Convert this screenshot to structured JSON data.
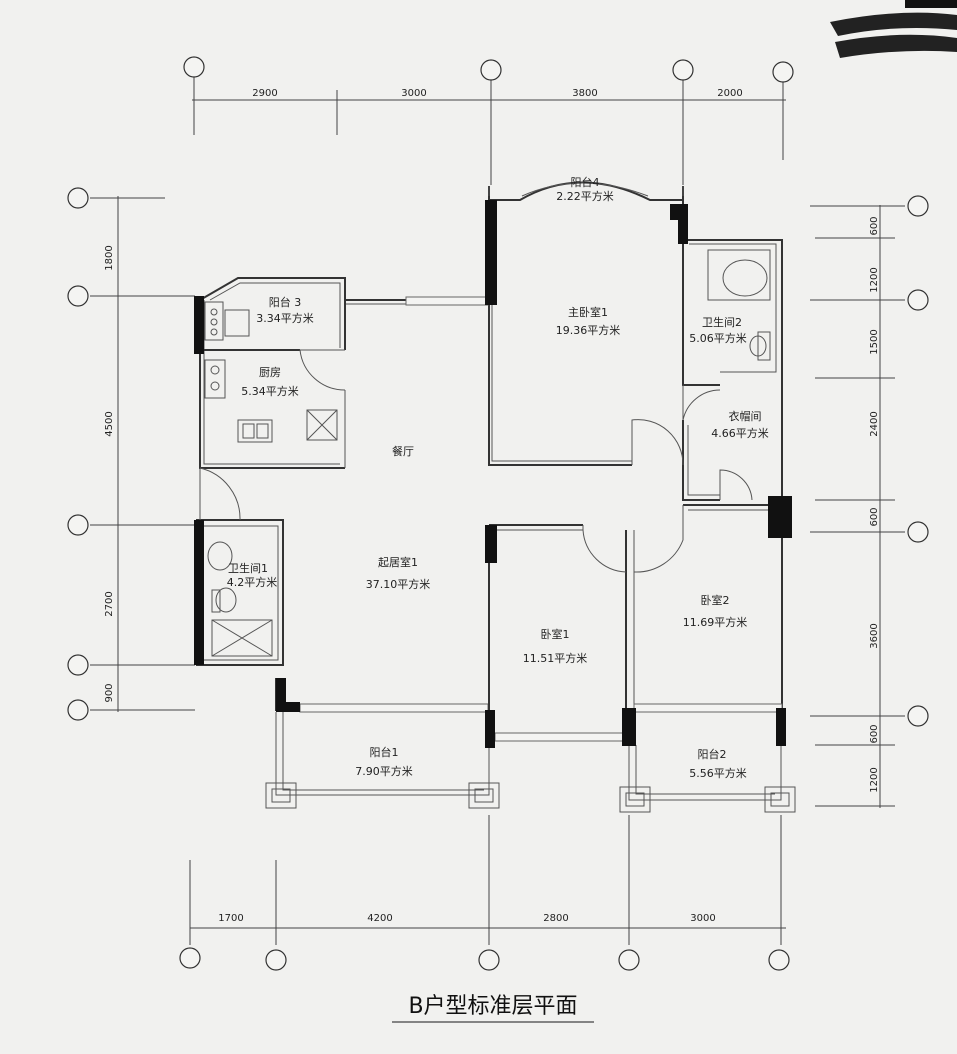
{
  "title": "B户型标准层平面",
  "dims_top": [
    "2900",
    "3000",
    "3800",
    "2000"
  ],
  "dims_bottom": [
    "1700",
    "4200",
    "2800",
    "3000"
  ],
  "dims_left": [
    "1800",
    "4500",
    "2700",
    "900"
  ],
  "dims_right": [
    "600",
    "1200",
    "1500",
    "2400",
    "600",
    "3600",
    "600",
    "1200"
  ],
  "rooms": {
    "balcony4": {
      "name": "阳台4",
      "area": "2.22平方米"
    },
    "balcony3": {
      "name": "阳台 3",
      "area": "3.34平方米"
    },
    "kitchen": {
      "name": "厨房",
      "area": "5.34平方米"
    },
    "master": {
      "name": "主卧室1",
      "area": "19.36平方米"
    },
    "bath2": {
      "name": "卫生间2",
      "area": "5.06平方米"
    },
    "closet": {
      "name": "衣帽间",
      "area": "4.66平方米"
    },
    "dining": {
      "name": "餐厅"
    },
    "living": {
      "name": "起居室1",
      "area": "37.10平方米"
    },
    "bath1": {
      "name": "卫生间1",
      "area": "4.2平方米"
    },
    "bed1": {
      "name": "卧室1",
      "area": "11.51平方米"
    },
    "bed2": {
      "name": "卧室2",
      "area": "11.69平方米"
    },
    "balcony1": {
      "name": "阳台1",
      "area": "7.90平方米"
    },
    "balcony2": {
      "name": "阳台2",
      "area": "5.56平方米"
    }
  }
}
